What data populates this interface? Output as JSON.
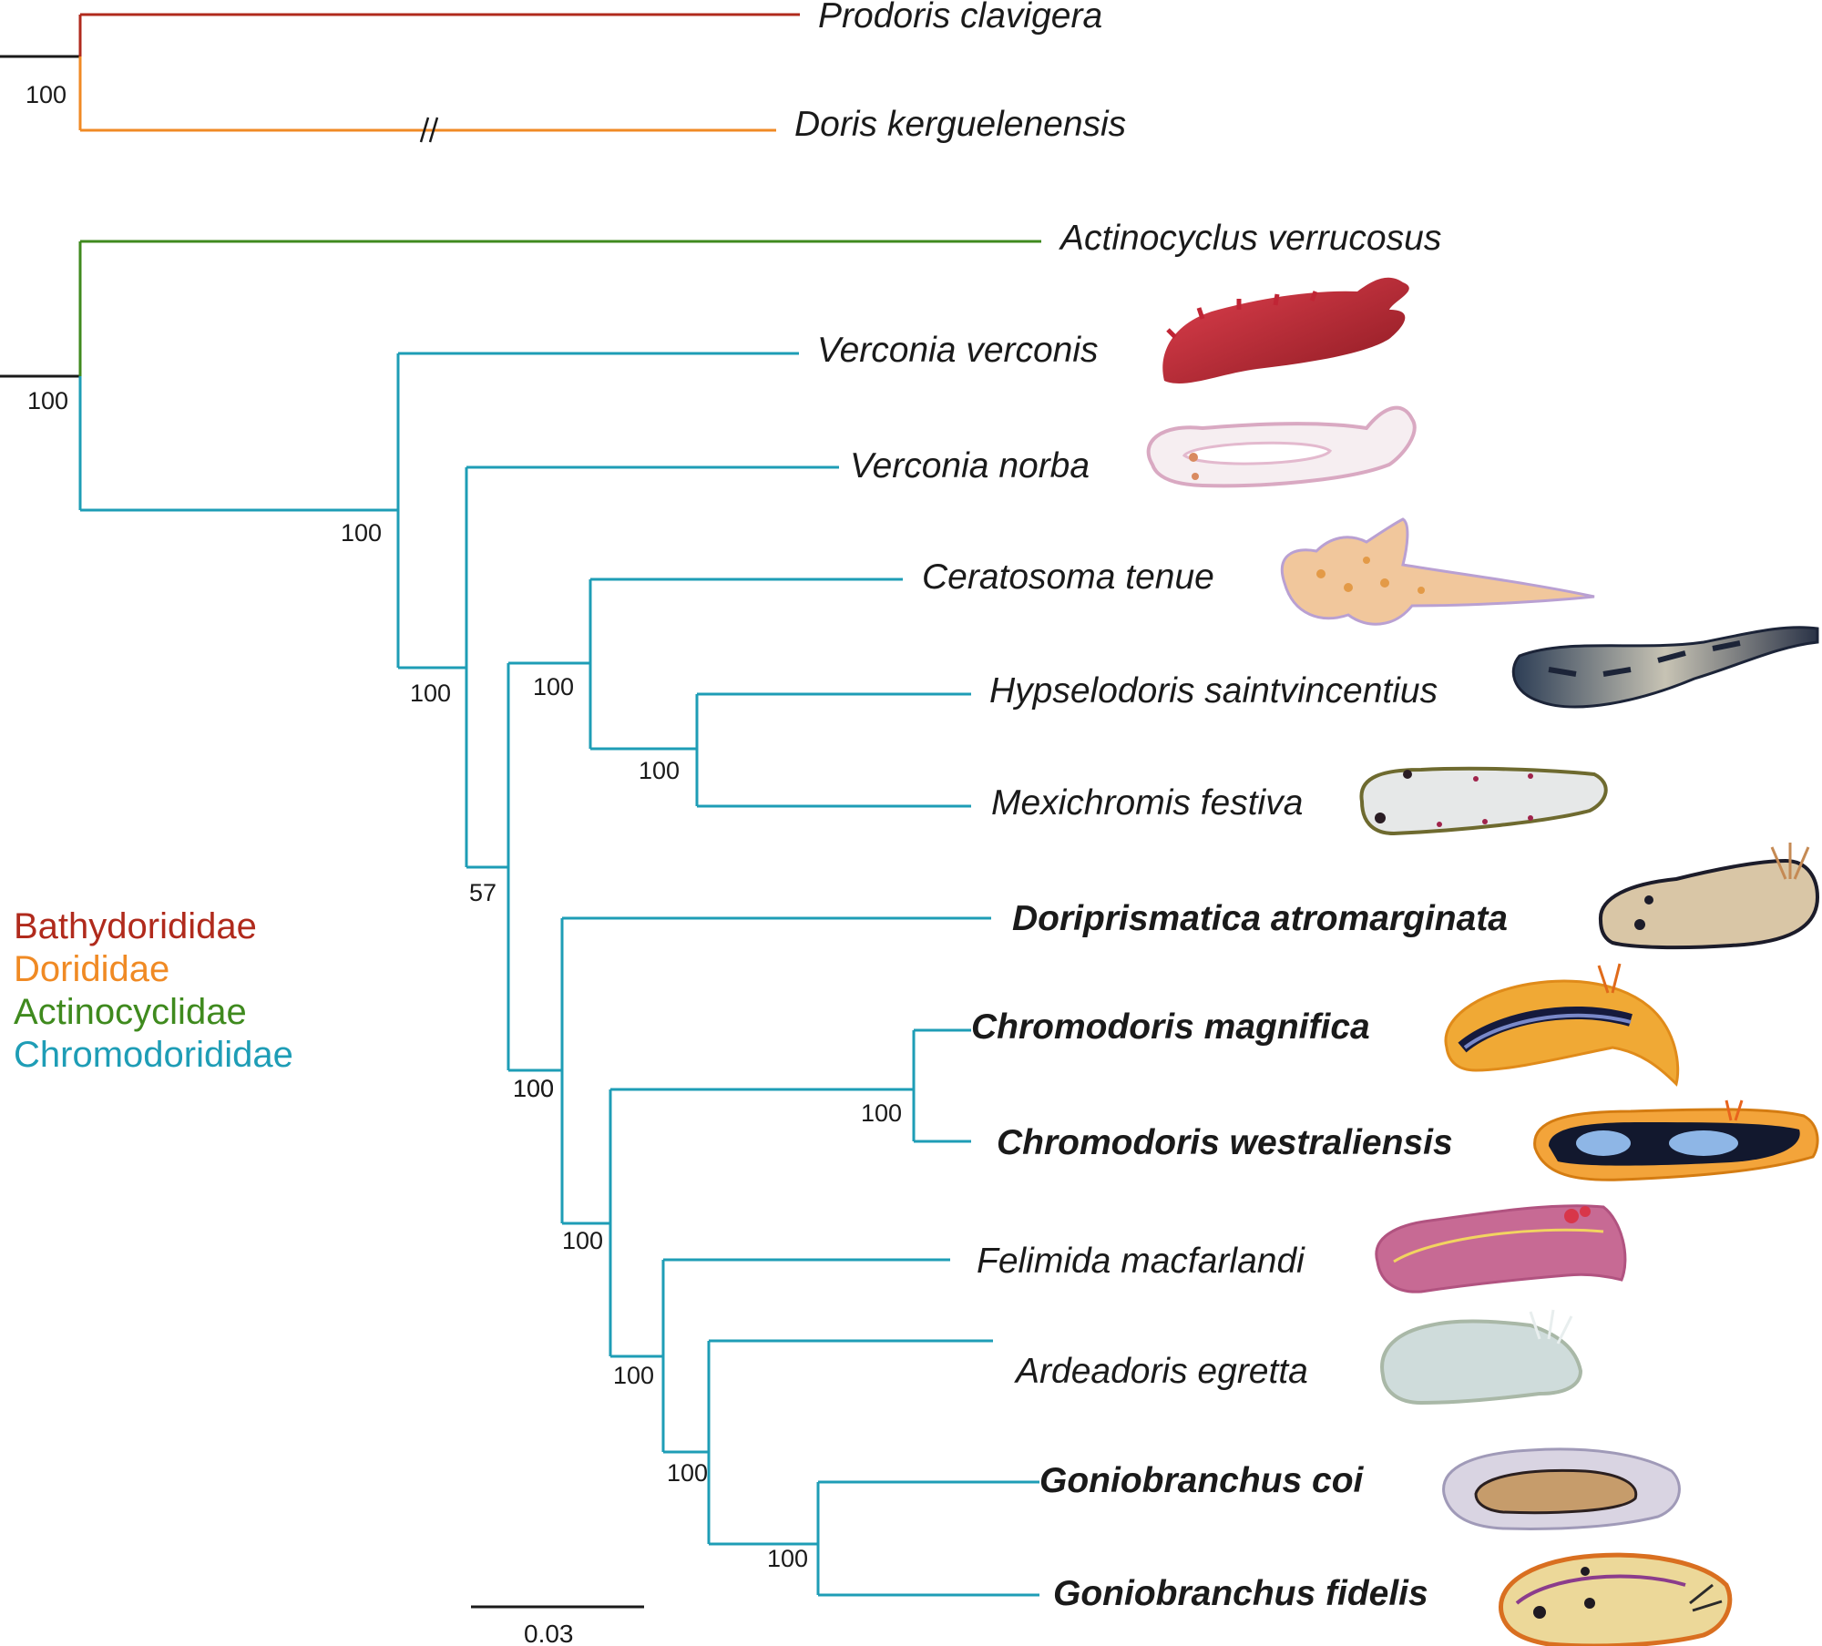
{
  "colors": {
    "bathydorididae": "#b02a1c",
    "dorididae": "#f08a24",
    "actinocyclidae": "#3f8a1e",
    "chromodorididae": "#1e9db6",
    "root": "#1a1a1a"
  },
  "legend": [
    {
      "label": "Bathydorididae",
      "color": "#b02a1c"
    },
    {
      "label": "Dorididae",
      "color": "#f08a24"
    },
    {
      "label": "Actinocyclidae",
      "color": "#3f8a1e"
    },
    {
      "label": "Chromodorididae",
      "color": "#1e9db6"
    }
  ],
  "taxa": {
    "prodoris": "Prodoris clavigera",
    "doris": "Doris kerguelenensis",
    "actinocyclus": "Actinocyclus verrucosus",
    "verconis": "Verconia verconis",
    "norba": "Verconia norba",
    "ceratosoma": "Ceratosoma tenue",
    "hypselodoris": "Hypselodoris saintvincentius",
    "mexichromis": "Mexichromis festiva",
    "doriprismatica": "Doriprismatica atromarginata",
    "magnifica": "Chromodoris magnifica",
    "westraliensis": "Chromodoris westraliensis",
    "felimida": "Felimida macfarlandi",
    "ardeadoris": "Ardeadoris egretta",
    "coi": "Goniobranchus coi",
    "fidelis": "Goniobranchus fidelis"
  },
  "support": {
    "outgroup": "100",
    "ingroup": "100",
    "verconia": "100",
    "core": "100",
    "ceratosoma_clade": "100",
    "hypselodoris_clade": "100",
    "node57": "57",
    "doriprismatica_clade": "100",
    "chromodoris_clade": "100",
    "felimida_group": "100",
    "chromodoris_pair": "100",
    "felimida_clade": "100",
    "ardeadoris_clade": "100",
    "goniobranchus_pair": "100"
  },
  "scale_bar": {
    "label": "0.03"
  }
}
